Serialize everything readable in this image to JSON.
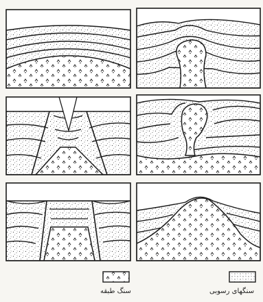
{
  "figure": {
    "panels": [
      {
        "id": "panel-1",
        "structure": "gentle-arch"
      },
      {
        "id": "panel-2",
        "structure": "narrow-dome-diapir"
      },
      {
        "id": "panel-3",
        "structure": "faulted-horst"
      },
      {
        "id": "panel-4",
        "structure": "mushroom-diapir"
      },
      {
        "id": "panel-5",
        "structure": "graben-uplift"
      },
      {
        "id": "panel-6",
        "structure": "broad-dome"
      }
    ],
    "legend": {
      "igneous": {
        "label": "سنگ طبقه",
        "pattern": "caret-dots"
      },
      "sedimentary": {
        "label": "سنگهای رسوبی",
        "pattern": "stipple"
      }
    },
    "colors": {
      "outline": "#1a1a1a",
      "fill": "#ffffff",
      "background": "#f7f6f2",
      "caret": "#222222",
      "stipple": "#555555"
    }
  }
}
